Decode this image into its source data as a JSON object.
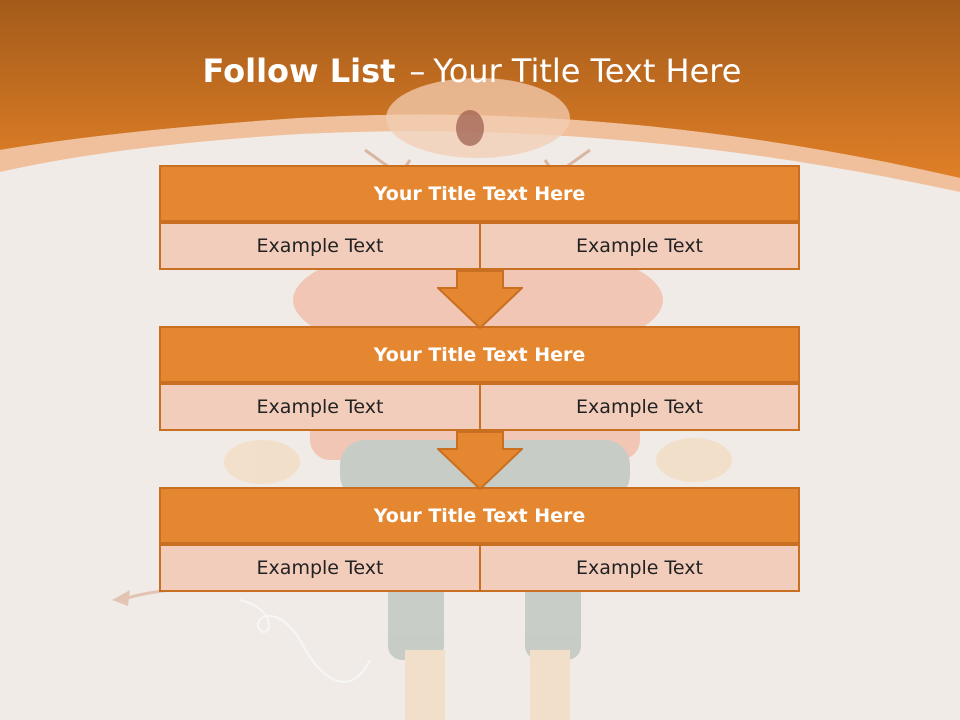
{
  "slide": {
    "title_bold": "Follow List",
    "title_separator": "–",
    "title_rest": "Your Title Text Here"
  },
  "steps": [
    {
      "title": "Your Title Text Here",
      "left": "Example Text",
      "right": "Example Text"
    },
    {
      "title": "Your Title Text Here",
      "left": "Example Text",
      "right": "Example Text"
    },
    {
      "title": "Your Title Text Here",
      "left": "Example Text",
      "right": "Example Text"
    }
  ],
  "colors": {
    "header_orange": "#e07f27",
    "header_dark": "#a35b1a",
    "box_header": "#e48730",
    "box_cell": "#f3cdbb",
    "border": "#c96f22",
    "background": "#f0ebe7"
  }
}
